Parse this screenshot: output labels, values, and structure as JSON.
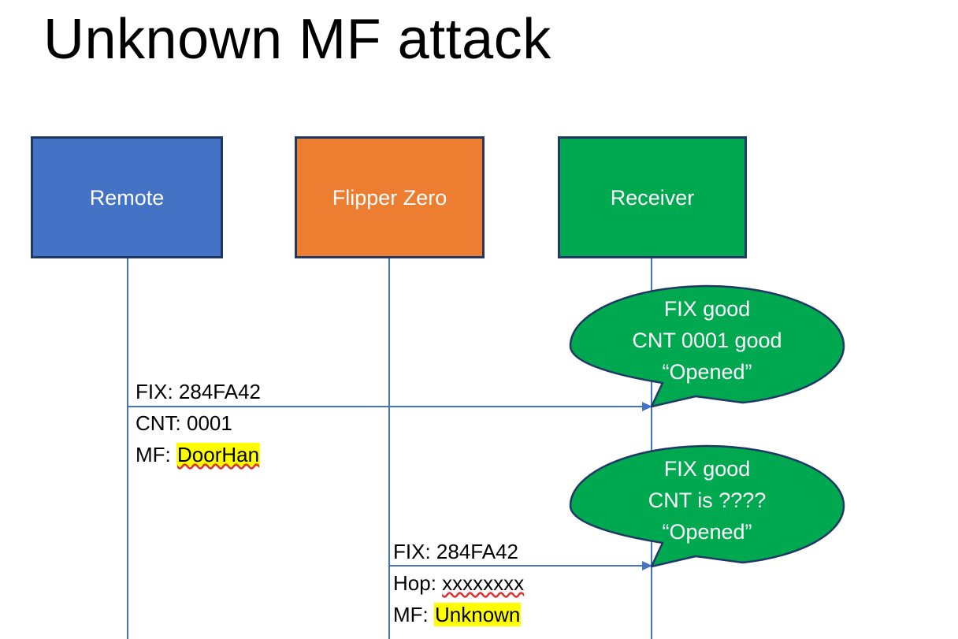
{
  "slide": {
    "title": "Unknown MF attack",
    "background_color": "#FFFFFF"
  },
  "colors": {
    "remote_fill": "#4472C4",
    "flipper_fill": "#ED7D31",
    "receiver_fill": "#00A950",
    "box_border": "#1F3864",
    "lifeline": "#4472C4",
    "highlight": "#FFFF00",
    "spellcheck_underline": "#E03030",
    "bubble_fill": "#00A950",
    "bubble_border": "#1F3864"
  },
  "actors": [
    {
      "id": "remote",
      "label": "Remote"
    },
    {
      "id": "flipper",
      "label": "Flipper Zero"
    },
    {
      "id": "receiver",
      "label": "Receiver"
    }
  ],
  "messages": [
    {
      "id": "message-1",
      "from": "remote",
      "to": "receiver",
      "lines": [
        {
          "prefix": "FIX: ",
          "value": "284FA42",
          "highlight": false,
          "spellcheck": false
        },
        {
          "prefix": "CNT: ",
          "value": "0001",
          "highlight": false,
          "spellcheck": false
        },
        {
          "prefix": "MF: ",
          "value": "DoorHan",
          "highlight": true,
          "spellcheck": true
        }
      ]
    },
    {
      "id": "message-2",
      "from": "flipper",
      "to": "receiver",
      "lines": [
        {
          "prefix": "FIX: ",
          "value": "284FA42",
          "highlight": false,
          "spellcheck": false
        },
        {
          "prefix": "Hop: ",
          "value": "xxxxxxxx",
          "highlight": false,
          "spellcheck": true
        },
        {
          "prefix": "MF: ",
          "value": "Unknown",
          "highlight": true,
          "spellcheck": false
        }
      ]
    }
  ],
  "bubbles": [
    {
      "id": "bubble-1",
      "attached_to": "receiver",
      "lines": [
        "FIX good",
        "CNT 0001 good",
        "“Opened”"
      ]
    },
    {
      "id": "bubble-2",
      "attached_to": "receiver",
      "lines": [
        "FIX good",
        "CNT is ????",
        "“Opened”"
      ]
    }
  ]
}
